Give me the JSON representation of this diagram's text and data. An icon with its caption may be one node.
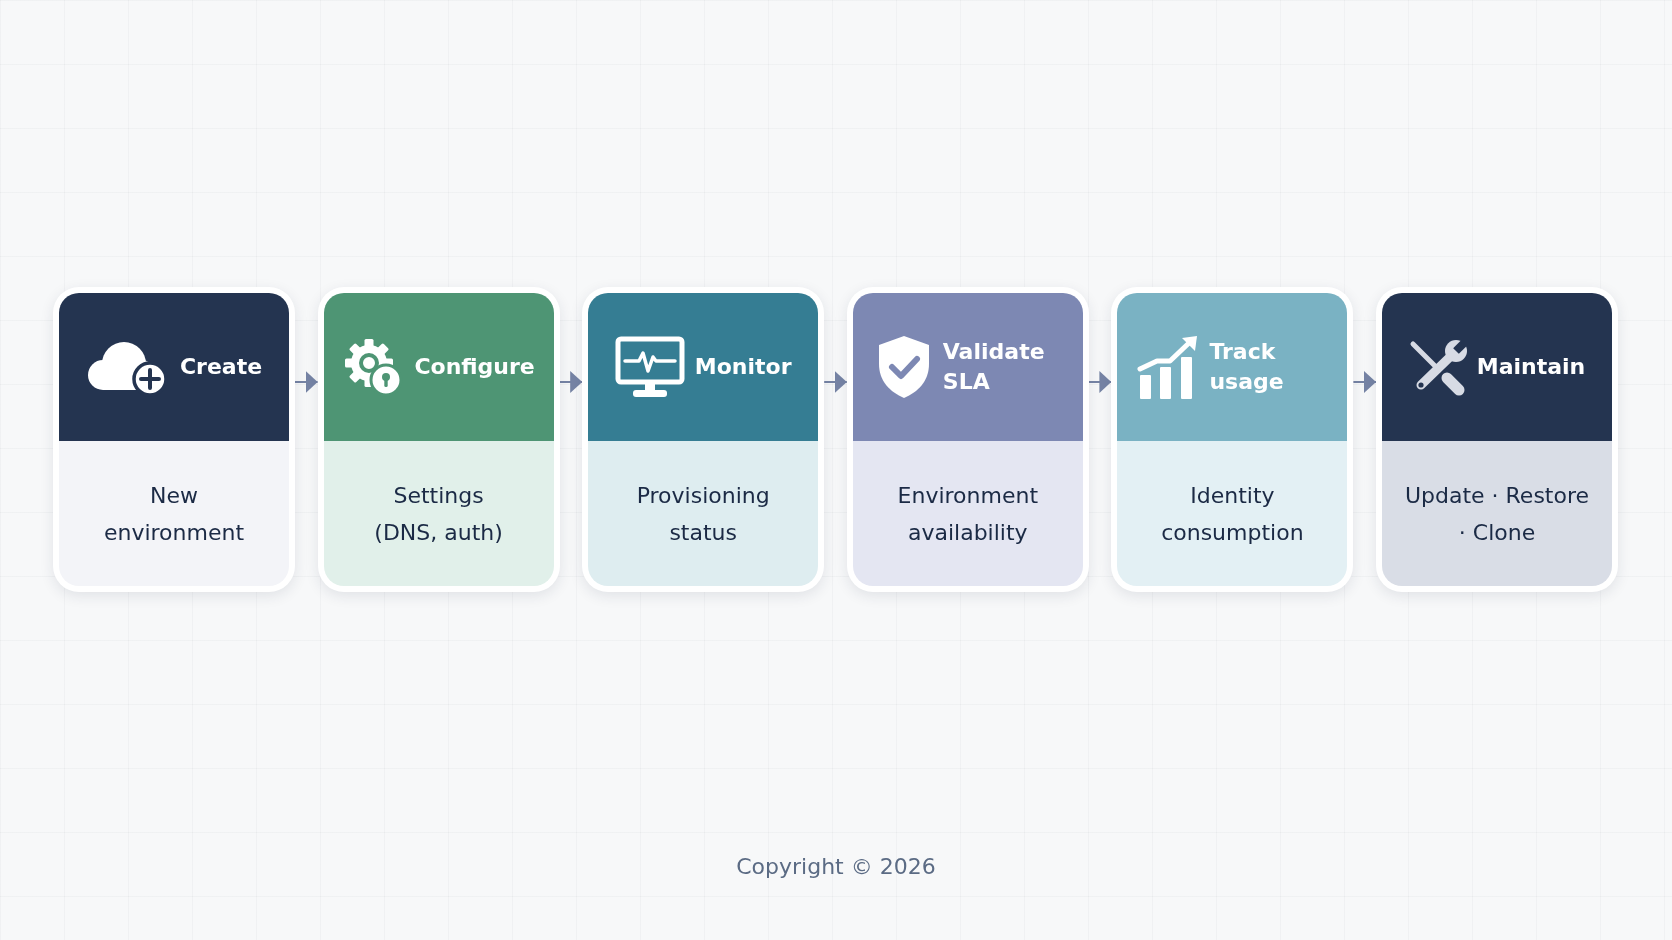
{
  "diagram": {
    "nodes": [
      {
        "text": [
          "Create",
          "New environment"
        ]
      },
      {
        "text": [
          "Configure",
          "Settings (DNS, auth)"
        ]
      },
      {
        "text": [
          "Monitor",
          "Provisioning status"
        ]
      },
      {
        "text": [
          "Validate SLA",
          "Environment availability"
        ]
      },
      {
        "text": [
          "Track usage",
          "Identity consumption"
        ]
      },
      {
        "text": [
          "Maintain",
          "Update · Restore · Clone"
        ]
      }
    ],
    "edges": [
      {
        "from": 0,
        "to": 1,
        "arrow": "to"
      },
      {
        "from": 1,
        "to": 2,
        "arrow": "to"
      },
      {
        "from": 2,
        "to": 3,
        "arrow": "to"
      },
      {
        "from": 3,
        "to": 4,
        "arrow": "to"
      },
      {
        "from": 4,
        "to": 5,
        "arrow": "to"
      }
    ],
    "labels": [
      "Copyright © 2026"
    ]
  }
}
